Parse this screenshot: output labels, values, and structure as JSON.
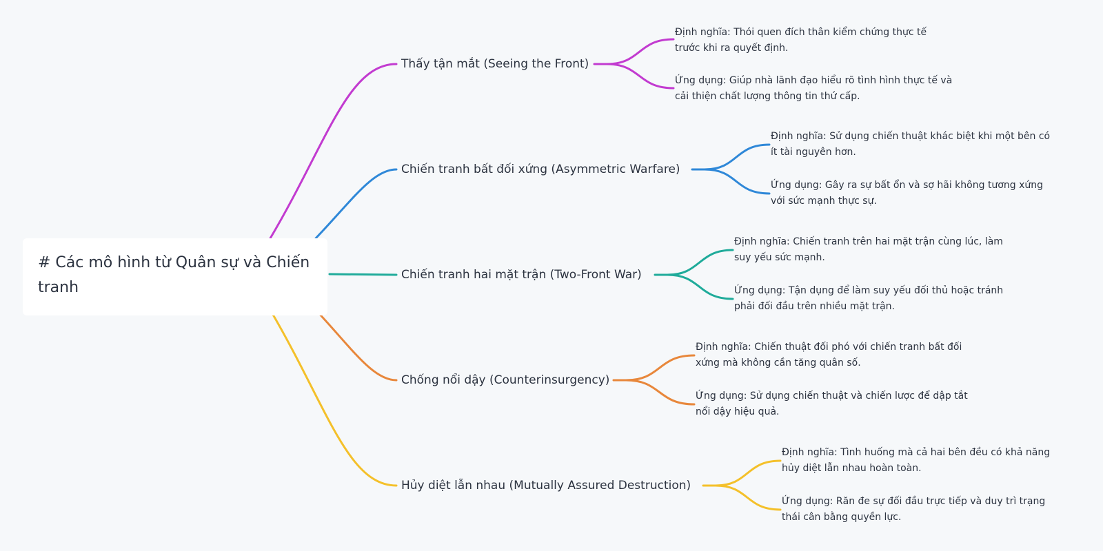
{
  "root": {
    "lines": [
      "# Các mô hình từ Quân sự và Chiến",
      "tranh"
    ]
  },
  "branches": [
    {
      "label": "Thấy tận mắt (Seeing the Front)",
      "color": "#c23bd0",
      "items": [
        {
          "lines": [
            "Định nghĩa: Thói quen đích thân kiểm chứng thực tế",
            "trước khi ra quyết định."
          ]
        },
        {
          "lines": [
            "Ứng dụng: Giúp nhà lãnh đạo hiểu rõ tình hình thực tế và",
            "cải thiện chất lượng thông tin thứ cấp."
          ]
        }
      ]
    },
    {
      "label": "Chiến tranh bất đối xứng (Asymmetric Warfare)",
      "color": "#2f88d8",
      "items": [
        {
          "lines": [
            "Định nghĩa: Sử dụng chiến thuật khác biệt khi một bên có",
            "ít tài nguyên hơn."
          ]
        },
        {
          "lines": [
            "Ứng dụng: Gây ra sự bất ổn và sợ hãi không tương xứng",
            "với sức mạnh thực sự."
          ]
        }
      ]
    },
    {
      "label": "Chiến tranh hai mặt trận (Two-Front War)",
      "color": "#1fab9a",
      "items": [
        {
          "lines": [
            "Định nghĩa: Chiến tranh trên hai mặt trận cùng lúc, làm",
            "suy yếu sức mạnh."
          ]
        },
        {
          "lines": [
            "Ứng dụng: Tận dụng để làm suy yếu đối thủ hoặc tránh",
            "phải đối đầu trên nhiều mặt trận."
          ]
        }
      ]
    },
    {
      "label": "Chống nổi dậy (Counterinsurgency)",
      "color": "#e8873b",
      "items": [
        {
          "lines": [
            "Định nghĩa: Chiến thuật đối phó với chiến tranh bất đối",
            "xứng mà không cần tăng quân số."
          ]
        },
        {
          "lines": [
            "Ứng dụng: Sử dụng chiến thuật và chiến lược để dập tắt",
            "nổi dậy hiệu quả."
          ]
        }
      ]
    },
    {
      "label": "Hủy diệt lẫn nhau (Mutually Assured Destruction)",
      "color": "#f4c02a",
      "items": [
        {
          "lines": [
            "Định nghĩa: Tình huống mà cả hai bên đều có khả năng",
            "hủy diệt lẫn nhau hoàn toàn."
          ]
        },
        {
          "lines": [
            "Ứng dụng: Răn đe sự đối đầu trực tiếp và duy trì trạng",
            "thái cân bằng quyền lực."
          ]
        }
      ]
    }
  ]
}
